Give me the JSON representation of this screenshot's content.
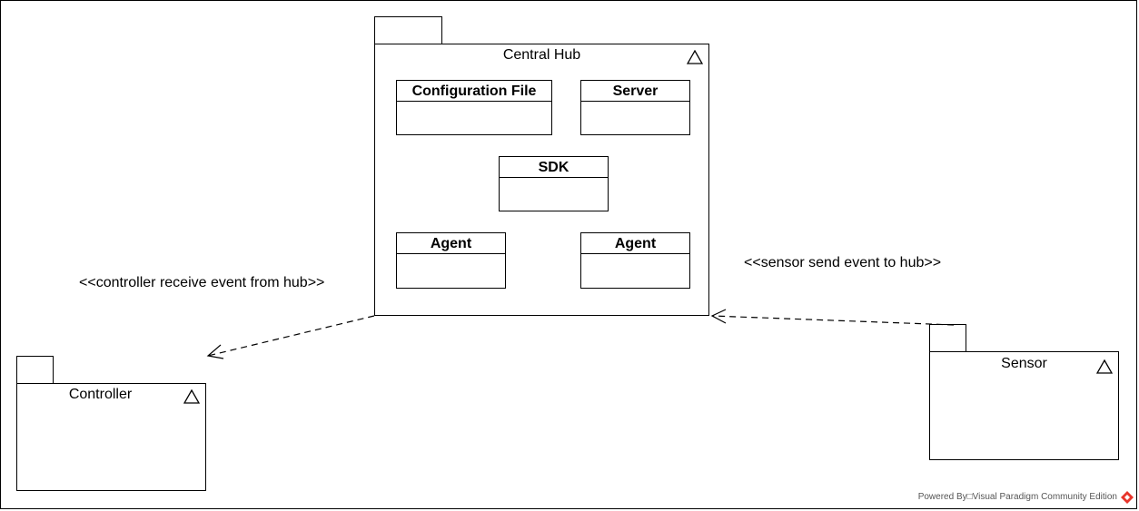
{
  "diagram": {
    "packages": {
      "central_hub": {
        "name": "Central Hub"
      },
      "controller": {
        "name": "Controller"
      },
      "sensor": {
        "name": "Sensor"
      }
    },
    "classes": {
      "configuration_file": "Configuration File",
      "server": "Server",
      "sdk": "SDK",
      "agent_left": "Agent",
      "agent_right": "Agent"
    },
    "dependencies": {
      "controller_label": "<<controller receive event from hub>>",
      "sensor_label": "<<sensor send event to hub>>"
    },
    "footer": {
      "powered_by": "Powered By□Visual Paradigm Community Edition",
      "logo_icon": "visual-paradigm-logo-icon",
      "logo_color": "#e8352b"
    }
  }
}
